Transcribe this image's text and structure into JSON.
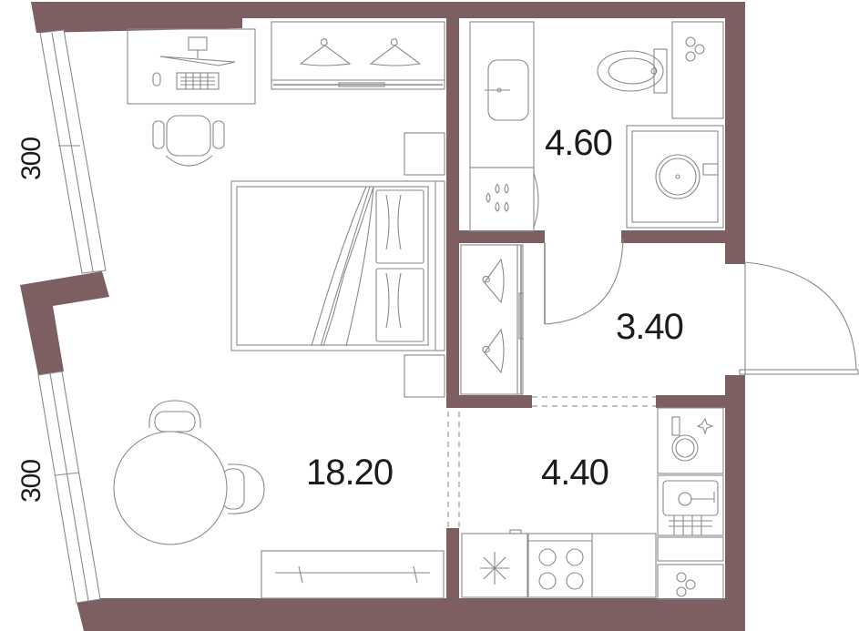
{
  "rooms": [
    {
      "id": "living-room",
      "area": "18.20"
    },
    {
      "id": "bathroom",
      "area": "4.60"
    },
    {
      "id": "hallway",
      "area": "3.40"
    },
    {
      "id": "kitchen",
      "area": "4.40"
    }
  ],
  "window_dimensions": [
    "300",
    "300"
  ],
  "colors": {
    "wall": "#7d5e61",
    "line": "#8a8a8a",
    "text": "#1c1c1c"
  },
  "icons": [
    "desk",
    "monitor",
    "keyboard",
    "mouse",
    "office-chair",
    "double-bed",
    "nightstand",
    "wardrobe",
    "hanger",
    "round-dining-table",
    "dining-chair",
    "tv-stand",
    "washbasin",
    "toilet",
    "shower",
    "washing-machine",
    "refrigerator",
    "stove",
    "kitchen-sink",
    "dishwasher",
    "door"
  ]
}
